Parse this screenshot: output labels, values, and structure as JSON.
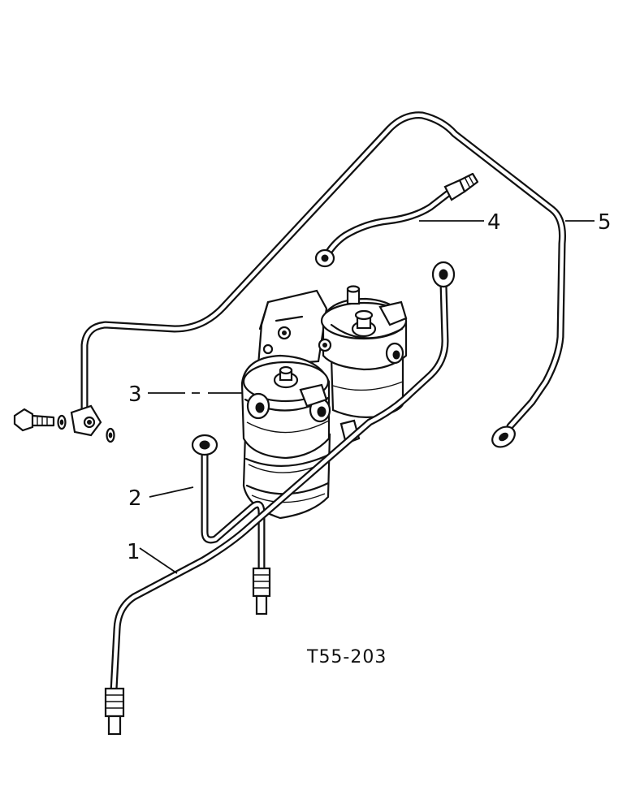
{
  "callouts": [
    {
      "id": "1",
      "label": "1"
    },
    {
      "id": "2",
      "label": "2"
    },
    {
      "id": "3",
      "label": "3"
    },
    {
      "id": "4",
      "label": "4"
    },
    {
      "id": "5",
      "label": "5"
    }
  ],
  "reference_code": "T55-203"
}
